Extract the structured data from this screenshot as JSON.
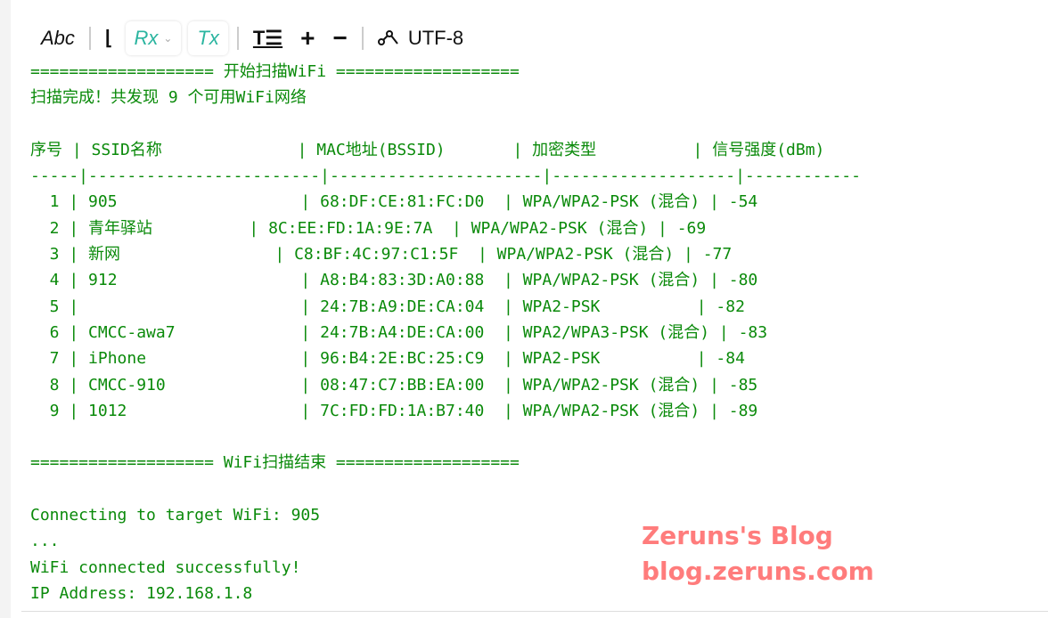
{
  "toolbar": {
    "abc": "Abc",
    "rx": "Rx",
    "tx": "Tx",
    "encoding": "UTF-8"
  },
  "console_lines": [
    "=================== 开始扫描WiFi ===================",
    "扫描完成！共发现 9 个可用WiFi网络",
    "",
    "序号 | SSID名称              | MAC地址(BSSID)       | 加密类型          | 信号强度(dBm)",
    "-----|------------------------|----------------------|-------------------|------------",
    "  1 | 905                   | 68:DF:CE:81:FC:D0  | WPA/WPA2-PSK (混合) | -54",
    "  2 | 青年驿站          | 8C:EE:FD:1A:9E:7A  | WPA/WPA2-PSK (混合) | -69",
    "  3 | 新网                | C8:BF:4C:97:C1:5F  | WPA/WPA2-PSK (混合) | -77",
    "  4 | 912                   | A8:B4:83:3D:A0:88  | WPA/WPA2-PSK (混合) | -80",
    "  5 |                       | 24:7B:A9:DE:CA:04  | WPA2-PSK          | -82",
    "  6 | CMCC-awa7             | 24:7B:A4:DE:CA:00  | WPA2/WPA3-PSK (混合) | -83",
    "  7 | iPhone                | 96:B4:2E:BC:25:C9  | WPA2-PSK          | -84",
    "  8 | CMCC-910              | 08:47:C7:BB:EA:00  | WPA/WPA2-PSK (混合) | -85",
    "  9 | 1012                  | 7C:FD:FD:1A:B7:40  | WPA/WPA2-PSK (混合) | -89",
    "",
    "=================== WiFi扫描结束 ===================",
    "",
    "Connecting to target WiFi: 905",
    "...",
    "WiFi connected successfully!",
    "IP Address: 192.168.1.8"
  ],
  "watermark": {
    "title": "Zeruns's Blog",
    "url": "blog.zeruns.com"
  }
}
